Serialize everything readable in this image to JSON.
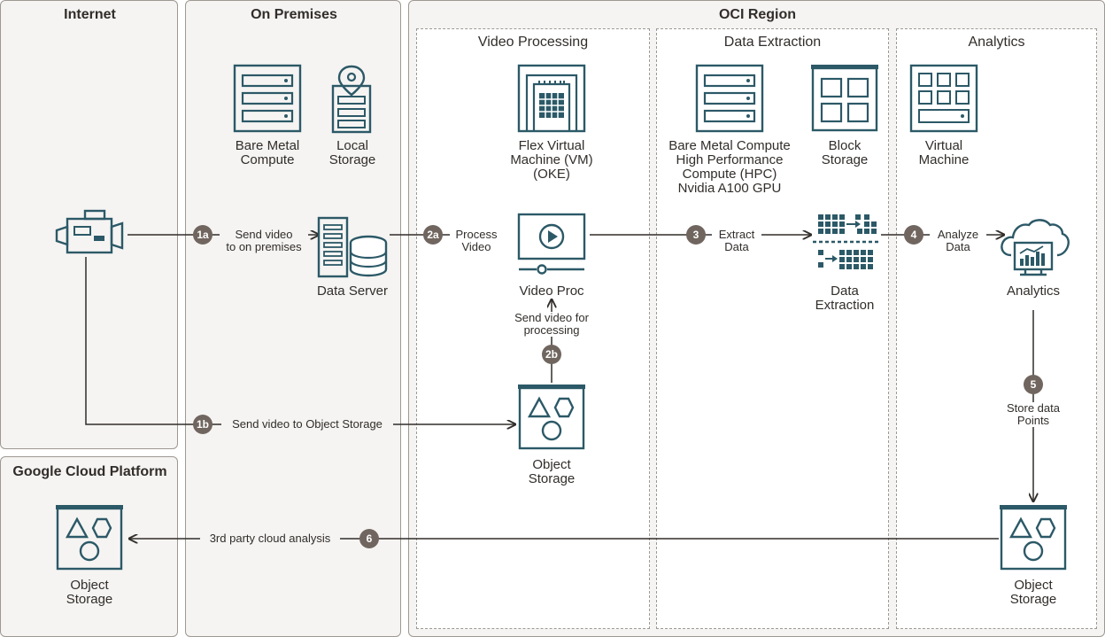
{
  "colors": {
    "icon": "#2c5967",
    "badge": "#70665f",
    "region_fill": "#f5f4f2",
    "border": "#9e9892",
    "text": "#312d2a"
  },
  "regions": {
    "internet": "Internet",
    "on_premises": "On Premises",
    "oci_region": "OCI Region",
    "google_cloud": "Google Cloud Platform",
    "video_processing": "Video Processing",
    "data_extraction": "Data Extraction",
    "analytics": "Analytics"
  },
  "nodes": {
    "camera": {
      "icon": "video-camera-icon"
    },
    "bare_metal": {
      "label": "Bare Metal\nCompute",
      "icon": "bare-metal-compute-icon"
    },
    "local_storage": {
      "label": "Local\nStorage",
      "icon": "local-storage-icon"
    },
    "data_server": {
      "label": "Data Server",
      "icon": "data-server-icon"
    },
    "flex_vm": {
      "label": "Flex Virtual\nMachine (VM)\n(OKE)",
      "icon": "flex-vm-icon"
    },
    "video_proc": {
      "label": "Video Proc",
      "icon": "video-player-icon"
    },
    "object_storage_vp": {
      "label": "Object\nStorage",
      "icon": "object-storage-icon"
    },
    "bm_hpc": {
      "label": "Bare Metal Compute\nHigh Performance\nCompute (HPC)\nNvidia A100 GPU",
      "icon": "bare-metal-compute-icon"
    },
    "block_storage": {
      "label": "Block\nStorage",
      "icon": "block-storage-icon"
    },
    "data_extraction": {
      "label": "Data\nExtraction",
      "icon": "data-extraction-icon"
    },
    "virtual_machine": {
      "label": "Virtual\nMachine",
      "icon": "virtual-machine-icon"
    },
    "analytics": {
      "label": "Analytics",
      "icon": "cloud-analytics-icon"
    },
    "object_storage_an": {
      "label": "Object\nStorage",
      "icon": "object-storage-icon"
    },
    "object_storage_gcp": {
      "label": "Object\nStorage",
      "icon": "object-storage-icon"
    }
  },
  "steps": [
    {
      "badge": "1a",
      "label": "Send video\nto on premises"
    },
    {
      "badge": "1b",
      "label": "Send video to Object Storage"
    },
    {
      "badge": "2a",
      "label": "Process\nVideo"
    },
    {
      "badge": "2b",
      "label": "Send video for\nprocessing"
    },
    {
      "badge": "3",
      "label": "Extract\nData"
    },
    {
      "badge": "4",
      "label": "Analyze\nData"
    },
    {
      "badge": "5",
      "label": "Store data\nPoints"
    },
    {
      "badge": "6",
      "label": "3rd party cloud analysis"
    }
  ]
}
